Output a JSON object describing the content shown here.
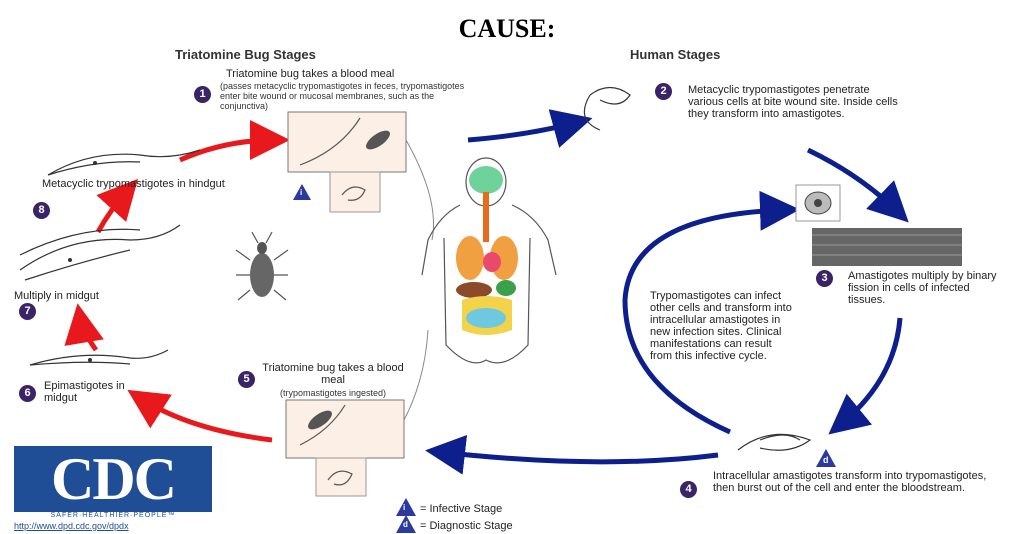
{
  "title": "CAUSE:",
  "headers": {
    "bug": "Triatomine Bug Stages",
    "human": "Human Stages"
  },
  "steps": {
    "s1": {
      "num": "1",
      "text1": "Triatomine bug takes a blood meal",
      "text2": "(passes metacyclic trypomastigotes in feces, trypomastigotes enter bite wound or mucosal membranes, such as the conjunctiva)"
    },
    "s2": {
      "num": "2",
      "text": "Metacyclic trypomastigotes penetrate various cells at bite wound site. Inside cells they transform into amastigotes."
    },
    "s3": {
      "num": "3",
      "text": "Amastigotes multiply by binary fission in cells of infected tissues."
    },
    "s4": {
      "num": "4",
      "text": "Intracellular amastigotes transform into trypomastigotes, then burst out of the cell and enter the bloodstream."
    },
    "s5": {
      "num": "5",
      "text1": "Triatomine bug takes a blood meal",
      "text2": "(trypomastigotes ingested)"
    },
    "s6": {
      "num": "6",
      "text": "Epimastigotes in midgut"
    },
    "s7": {
      "num": "7",
      "text": "Multiply in midgut"
    },
    "s8": {
      "num": "8",
      "text": "Metacyclic trypomastigotes in hindgut"
    }
  },
  "center_text": "Trypomastigotes can infect other cells and transform into intracellular amastigotes in new infection sites. Clinical manifestations can result from this infective cycle.",
  "legend": {
    "infective": "= Infective Stage",
    "diagnostic": "= Diagnostic Stage",
    "infective_mark": "i",
    "diagnostic_mark": "d"
  },
  "cdc": {
    "logo": "CDC",
    "tagline": "SAFER·HEALTHIER·PEOPLE™",
    "url": "http://www.dpd.cdc.gov/dpdx"
  },
  "colors": {
    "bug_arrows": "#e8191d",
    "human_arrows": "#0d1f8c",
    "step_badge": "#3a2366",
    "cdc_blue": "#1f4e96"
  }
}
